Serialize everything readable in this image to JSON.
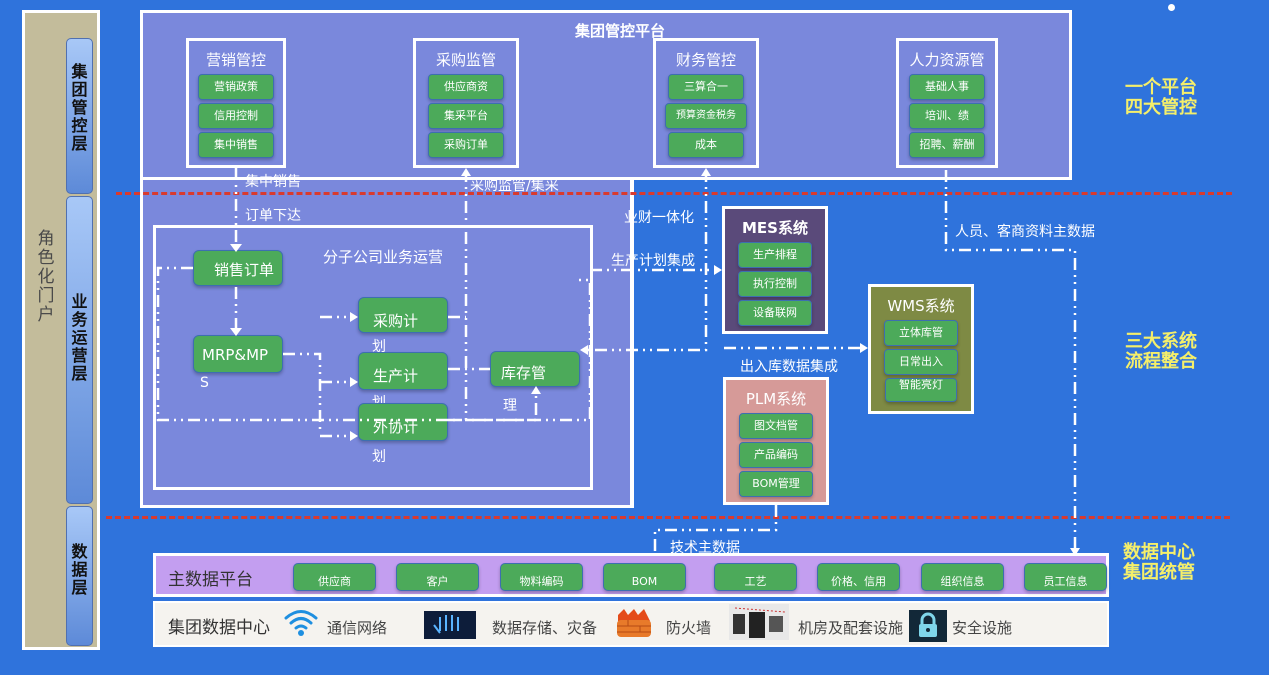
{
  "portal": {
    "label": "角色化门户",
    "layers": [
      {
        "label": "集团管控层"
      },
      {
        "label": "业务运营层"
      },
      {
        "label": "数据层"
      }
    ]
  },
  "group_platform": {
    "title": "集团管控平台",
    "modules": [
      {
        "title": "营销管控",
        "items": [
          "营销政策",
          "信用控制",
          "集中销售"
        ]
      },
      {
        "title": "采购监管",
        "items": [
          "供应商资",
          "集采平台",
          "采购订单"
        ]
      },
      {
        "title": "财务管控",
        "items": [
          "三算合一",
          "预算资金税务",
          "成本"
        ]
      },
      {
        "title": "人力资源管",
        "items": [
          "基础人事",
          "培训、绩",
          "招聘、薪酬"
        ]
      }
    ]
  },
  "subsidiary": {
    "title": "分子公司业务运营",
    "nodes": {
      "sales_order": "销售订单",
      "mrp_line1": "MRP&MP",
      "mrp_line2": "S",
      "purchase_plan_1": "采购计",
      "purchase_plan_2": "划",
      "production_plan_1": "生产计",
      "production_plan_2": "划",
      "outsource_plan_1": "外协计",
      "outsource_plan_2": "划",
      "inventory_1": "库存管",
      "inventory_2": "理"
    }
  },
  "connectors": {
    "centralized_sales": "集中销售",
    "order_issue": "订单下达",
    "purchase_supervision": "采购监管/集采",
    "biz_finance": "业财一体化",
    "production_plan_integration": "生产计划集成",
    "inout_integration": "出入库数据集成",
    "master_data_people": "人员、客商资料主数据",
    "tech_master_data": "技术主数据"
  },
  "systems": {
    "mes": {
      "title": "MES系统",
      "items": [
        "生产排程",
        "执行控制",
        "设备联网"
      ],
      "color": "#5a4a7a"
    },
    "wms": {
      "title": "WMS系统",
      "items": [
        "立体库管",
        "日常出入",
        "智能亮灯"
      ],
      "color": "#7e8a44"
    },
    "plm": {
      "title": "PLM系统",
      "items": [
        "图文档管",
        "产品编码",
        "BOM管理"
      ],
      "color": "#d69a98"
    }
  },
  "side_labels": {
    "top_line1": "一个平台",
    "top_line2": "四大管控",
    "mid_line1": "三大系统",
    "mid_line2": "流程整合",
    "bot_line1": "数据中心",
    "bot_line2": "集团统管"
  },
  "master_data_platform": {
    "title": "主数据平台",
    "items": [
      "供应商",
      "客户",
      "物料编码",
      "BOM",
      "工艺",
      "价格、信用",
      "组织信息",
      "员工信息"
    ]
  },
  "data_center": {
    "title": "集团数据中心",
    "items": [
      {
        "label": "通信网络",
        "icon": "wifi-icon"
      },
      {
        "label": "数据存储、灾备",
        "icon": "fingerprint-hand-icon"
      },
      {
        "label": "防火墙",
        "icon": "firewall-icon"
      },
      {
        "label": "机房及配套设施",
        "icon": "server-room-icon"
      },
      {
        "label": "安全设施",
        "icon": "padlock-icon"
      }
    ]
  },
  "colors": {
    "background": "#2f73dc",
    "panel": "#7a88dc",
    "green_item": "#4caa5a",
    "red_divider": "#d93a2e",
    "side_label": "#f5ef6a"
  }
}
